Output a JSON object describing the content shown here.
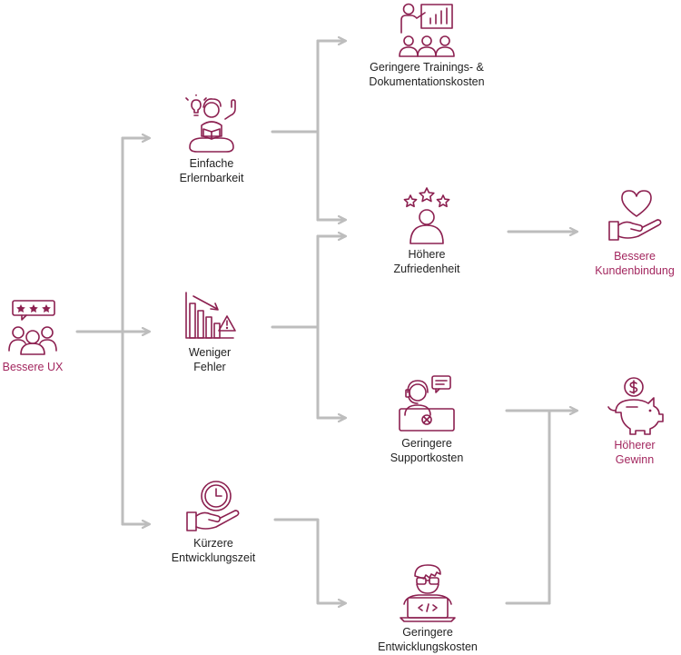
{
  "colors": {
    "accent": "#a3275f",
    "icon": "#8c2050",
    "text": "#222222",
    "arrow": "#bdbdbd"
  },
  "nodes": {
    "bessere_ux": {
      "label": "Bessere UX",
      "icon": "users-rating-icon"
    },
    "einfache_erlernbarkeit": {
      "label": "Einfache\nErlernbarkeit",
      "icon": "learner-meditating-icon"
    },
    "weniger_fehler": {
      "label": "Weniger\nFehler",
      "icon": "declining-chart-warning-icon"
    },
    "kuerzere_entwicklungszeit": {
      "label": "Kürzere\nEntwicklungszeit",
      "icon": "clock-on-hand-icon"
    },
    "geringere_trainingskosten": {
      "label": "Geringere Trainings- &\nDokumentationskosten",
      "icon": "presentation-audience-icon"
    },
    "hoehere_zufriedenheit": {
      "label": "Höhere\nZufriedenheit",
      "icon": "user-stars-icon"
    },
    "geringere_supportkosten": {
      "label": "Geringere\nSupportkosten",
      "icon": "support-agent-icon"
    },
    "geringere_entwicklungskosten": {
      "label": "Geringere\nEntwicklungskosten",
      "icon": "developer-laptop-icon"
    },
    "bessere_kundenbindung": {
      "label": "Bessere\nKundenbindung",
      "icon": "heart-hand-icon"
    },
    "hoeherer_gewinn": {
      "label": "Höherer\nGewinn",
      "icon": "piggy-bank-icon"
    }
  }
}
